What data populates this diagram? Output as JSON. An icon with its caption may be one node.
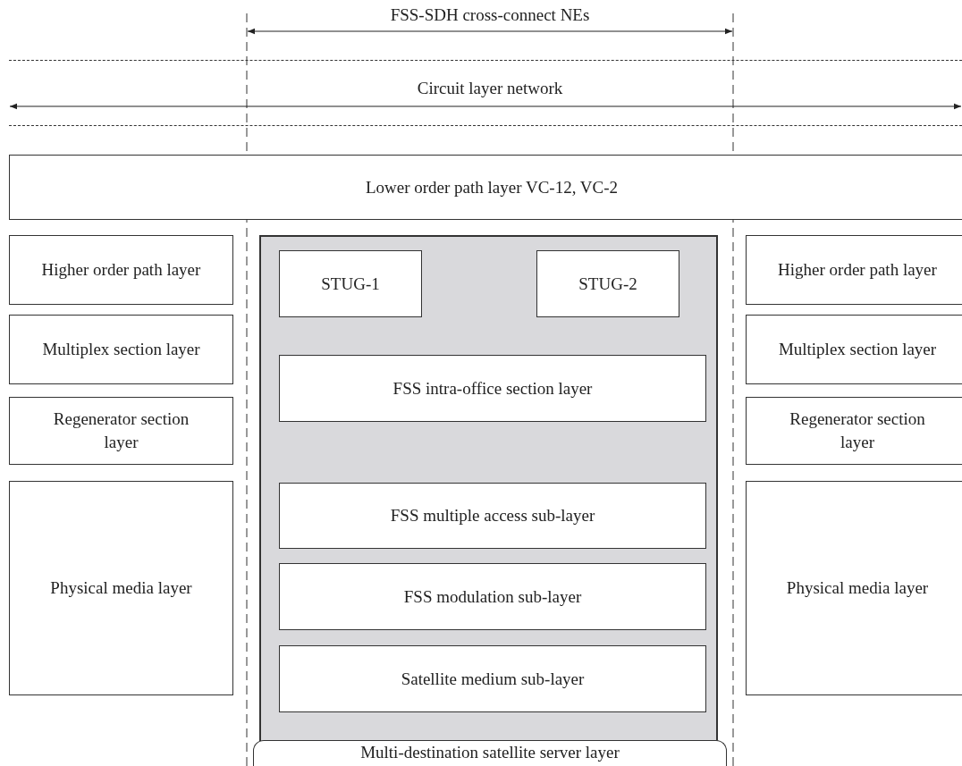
{
  "diagram": {
    "nodes": [
      {
        "text": [
          "Circuit layer network"
        ]
      },
      {
        "text": [
          "Lower order path layer VC-12, VC-2"
        ]
      },
      {
        "text": [
          "Higher order path layer"
        ]
      },
      {
        "text": [
          "Multiplex section layer"
        ]
      },
      {
        "text": [
          "Regenerator section layer"
        ]
      },
      {
        "text": [
          "Physical media layer"
        ]
      },
      {
        "text": [],
        "shape": "box"
      },
      {
        "text": [
          "STUG-1"
        ],
        "in": 6
      },
      {
        "text": [
          "STUG-2"
        ],
        "in": 6
      },
      {
        "text": [
          "FSS intra-office section layer"
        ],
        "in": 6
      },
      {
        "text": [
          "FSS multiple access sub-layer"
        ],
        "in": 6
      },
      {
        "text": [
          "FSS modulation sub-layer"
        ],
        "in": 6
      },
      {
        "text": [
          "Satellite medium sub-layer"
        ],
        "in": 6
      },
      {
        "text": [
          "Multi-destination satellite server layer"
        ]
      },
      {
        "text": [
          "Higher order path layer"
        ]
      },
      {
        "text": [
          "Multiplex section layer"
        ]
      },
      {
        "text": [
          "Regenerator section layer"
        ]
      },
      {
        "text": [
          "Physical media layer"
        ]
      }
    ],
    "labels": [
      "FSS-SDH cross-connect NEs"
    ]
  }
}
